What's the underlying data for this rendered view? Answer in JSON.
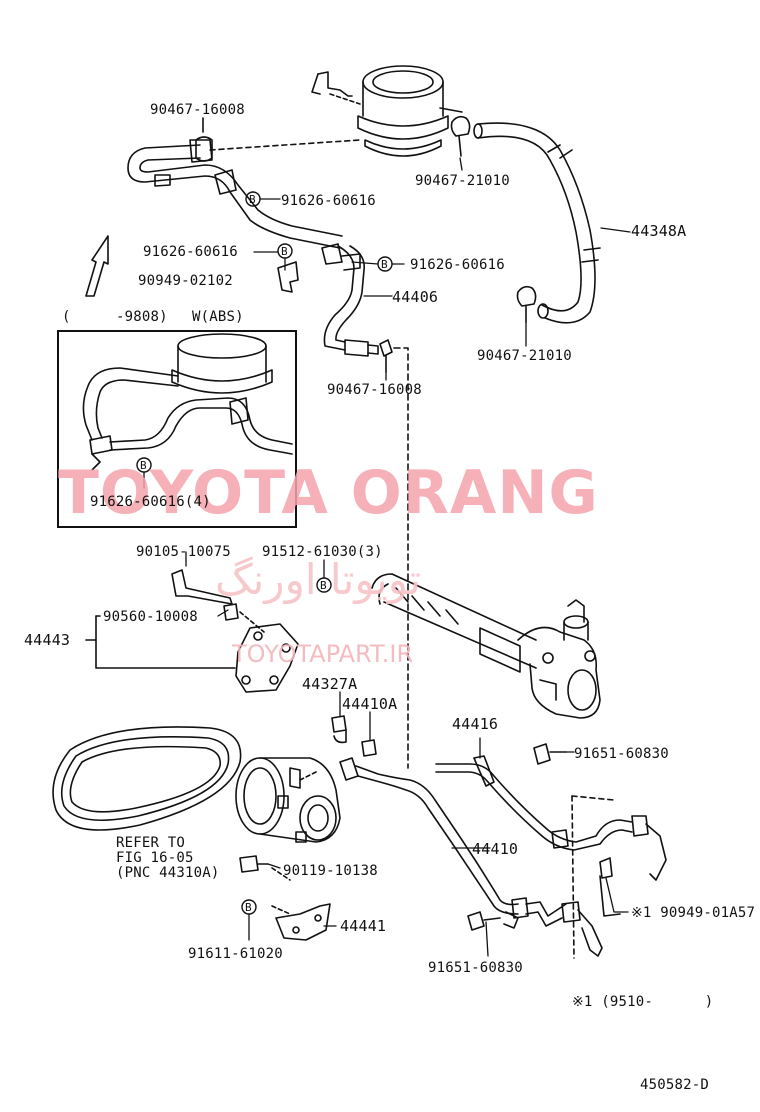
{
  "labels": {
    "p90467_16008_top": "90467-16008",
    "p90467_21010_top": "90467-21010",
    "p44348A": "44348A",
    "p91626_60616_a": "91626-60616",
    "p91626_60616_b": "91626-60616",
    "p91626_60616_c": "91626-60616",
    "p90949_02102": "90949-02102",
    "p44406": "44406",
    "p90467_21010_bot": "90467-21010",
    "p90467_16008_bot": "90467-16008",
    "inset_header_open": "(",
    "inset_header_range": "-9808)",
    "inset_header_variant": "W(ABS)",
    "p91626_60616_inset": "91626-60616(4)",
    "p90105_10075": "90105-10075",
    "p91512_61030": "91512-61030(3)",
    "p90560_10008": "90560-10008",
    "p44443": "44443",
    "p44327A": "44327A",
    "p44410A": "44410A",
    "p44416": "44416",
    "p91651_60830_a": "91651-60830",
    "refer_line1": "REFER TO",
    "refer_line2": "FIG 16-05",
    "refer_line3": "(PNC 44310A)",
    "p44410": "44410",
    "p90119_10138": "90119-10138",
    "p44441": "44441",
    "p91611_61020": "91611-61020",
    "p91651_60830_b": "91651-60830",
    "p90949_01A57": "※1 90949-01A57",
    "footnote": "※1 (9510-      )",
    "diagram_id": "450582-D"
  },
  "bolt_marker": "B",
  "watermarks": {
    "main": "TOYOTA ORANG",
    "farsi": "تویوتا اورنگ",
    "url": "TOYOTAPART.IR"
  },
  "colors": {
    "line": "#111111",
    "watermark": "#f5a3ab"
  }
}
